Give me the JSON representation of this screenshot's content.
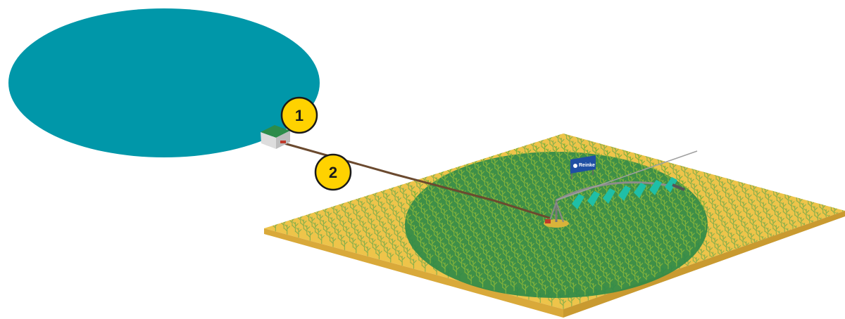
{
  "callouts": [
    {
      "label": "1",
      "target": "pump-house"
    },
    {
      "label": "2",
      "target": "supply-pipeline"
    }
  ],
  "sign": {
    "brand": "Reinke"
  },
  "colors": {
    "pond": "#0097a9",
    "field": "#eec44a",
    "irrigated_circle": "#2f8a48",
    "crop_green": "#7fb13c",
    "crop_yellow": "#d9b33a",
    "pipe": "#6b4a2f",
    "callout_fill": "#ffd200",
    "pivot_spans": "#1fbfa6",
    "sign_bg": "#1f4fa3"
  },
  "icons": [
    "water-drop-icon"
  ]
}
